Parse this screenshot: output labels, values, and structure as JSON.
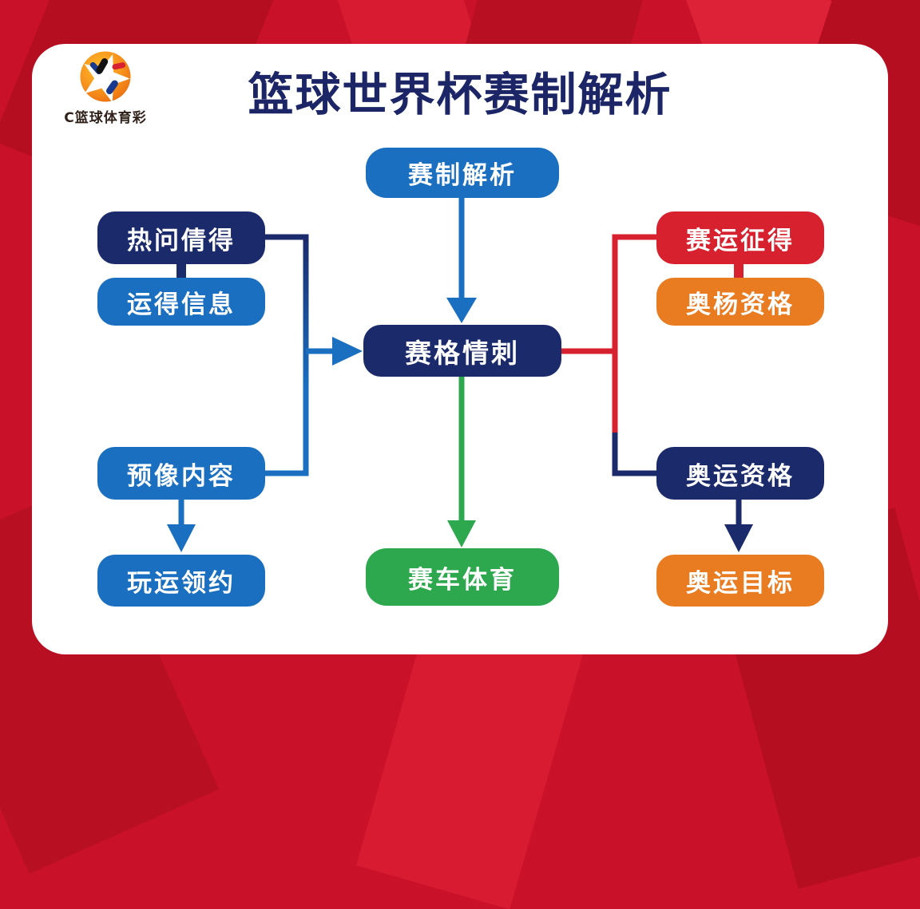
{
  "header": {
    "title": "篮球世界杯赛制解析",
    "logo_caption": "C篮球体育彩"
  },
  "colors": {
    "background_red": "#c9112a",
    "navy": "#1b2a6b",
    "blue": "#1a6fc0",
    "green": "#2ea84f",
    "red": "#d7212e",
    "orange": "#e97b20",
    "title_navy": "#1c2566"
  },
  "nodes": {
    "top_center": {
      "label": "赛制解析",
      "color": "#1a6fc0"
    },
    "left_1": {
      "label": "热问倩得",
      "color": "#1b2a6b"
    },
    "left_2": {
      "label": "运得信息",
      "color": "#1a6fc0"
    },
    "left_3": {
      "label": "预像内容",
      "color": "#1a6fc0"
    },
    "left_4": {
      "label": "玩运领约",
      "color": "#1a6fc0"
    },
    "center": {
      "label": "赛格情刺",
      "color": "#1b2a6b"
    },
    "bottom_center": {
      "label": "赛车体育",
      "color": "#2ea84f"
    },
    "right_1": {
      "label": "赛运征得",
      "color": "#d7212e"
    },
    "right_2": {
      "label": "奥杨资格",
      "color": "#e97b20"
    },
    "right_3": {
      "label": "奥运资格",
      "color": "#1b2a6b"
    },
    "right_4": {
      "label": "奥运目标",
      "color": "#e97b20"
    }
  },
  "edges": [
    {
      "from": "赛制解析",
      "to": "赛格情刺",
      "style": "blue-down-arrow"
    },
    {
      "from": "热问倩得",
      "to": "运得信息",
      "style": "navy-short-connector"
    },
    {
      "from": "热问倩得",
      "to": "赛格情刺",
      "style": "navy-to-blue-elbow-right-arrow"
    },
    {
      "from": "预像内容",
      "to": "赛格情刺",
      "style": "blue-elbow-right-arrow"
    },
    {
      "from": "预像内容",
      "to": "玩运领约",
      "style": "blue-down-arrow"
    },
    {
      "from": "赛格情刺",
      "to": "赛车体育",
      "style": "green-down-arrow"
    },
    {
      "from": "赛格情刺",
      "to": "赛运征得",
      "style": "red-elbow"
    },
    {
      "from": "赛运征得",
      "to": "奥杨资格",
      "style": "red-short-connector"
    },
    {
      "from": "赛格情刺",
      "to": "奥运资格",
      "style": "red-to-navy-elbow"
    },
    {
      "from": "奥运资格",
      "to": "奥运目标",
      "style": "navy-down-arrow"
    }
  ]
}
